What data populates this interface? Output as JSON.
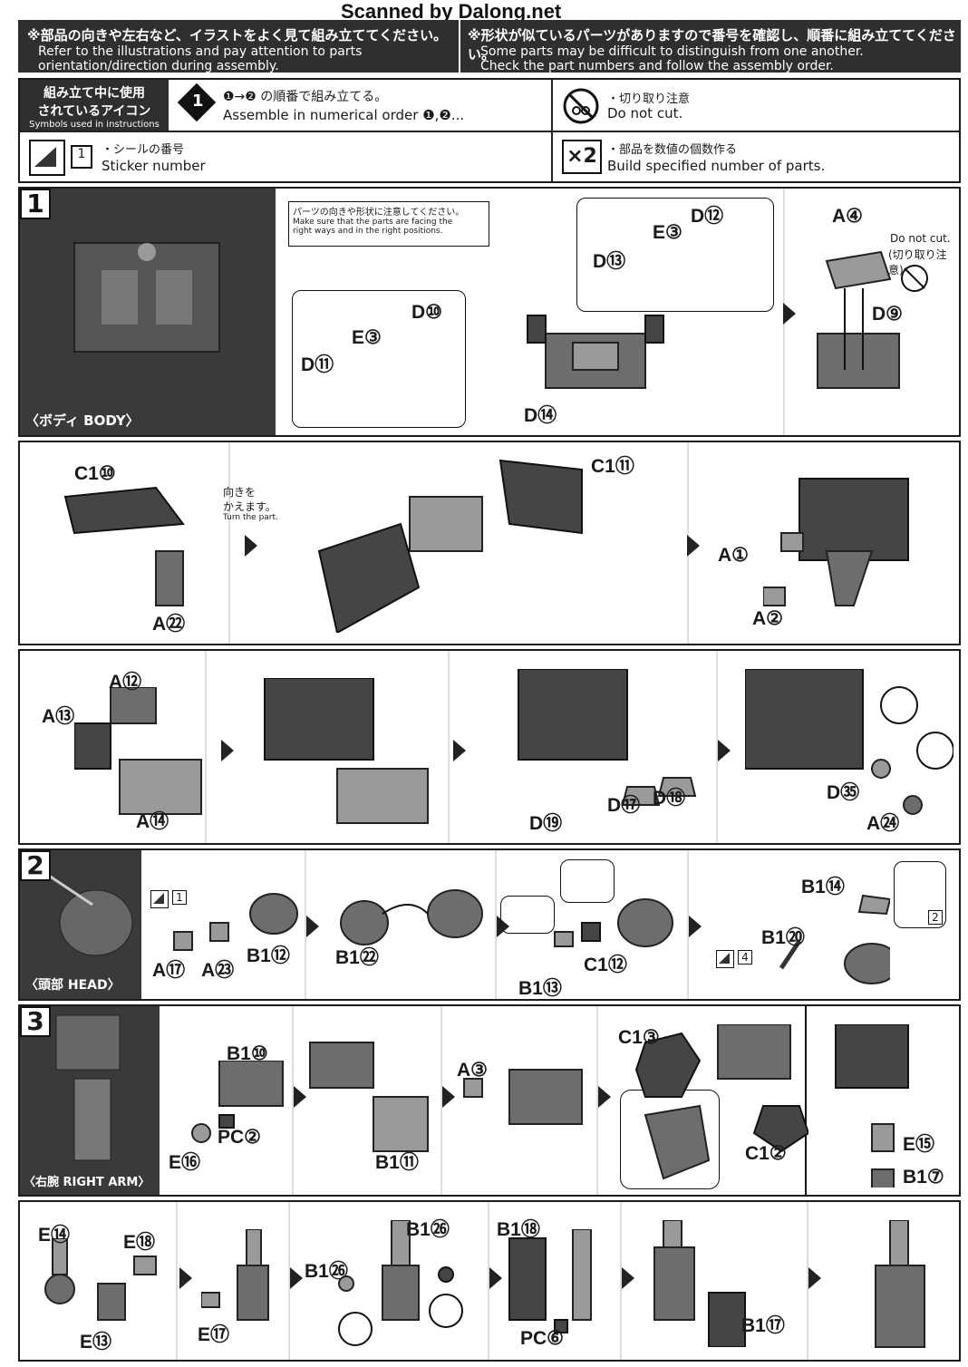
{
  "watermark": "Scanned by Dalong.net",
  "header": {
    "left_jp": "※部品の向きや左右など、イラストをよく見て組み立ててください。",
    "left_en1": "Refer to the illustrations and pay attention to parts",
    "left_en2": "orientation/direction during assembly.",
    "right_jp": "※形状が似ているパーツがありますので番号を確認し、順番に組み立ててください。",
    "right_en1": "Some parts may be difficult to distinguish from one another.",
    "right_en2": "Check the part numbers and follow the assembly order."
  },
  "symbols": {
    "title_jp1": "組み立て中に使用",
    "title_jp2": "されているアイコン",
    "title_en": "Symbols used in instructions",
    "order_jp": "❶→❷ の順番で組み立てる。",
    "order_en": "Assemble in numerical order ❶,❷...",
    "cut_jp": "・切り取り注意",
    "cut_en": "Do not cut.",
    "sticker_num": "1",
    "sticker_jp": "・シールの番号",
    "sticker_en": "Sticker number",
    "x2_label": "×2",
    "x2_jp": "・部品を数値の個数作る",
    "x2_en": "Build specified number of parts."
  },
  "step1": {
    "num": "1",
    "section_label": "〈ボディ BODY〉",
    "notice_jp": "パーツの向きや形状に注意してください。",
    "notice_en1": "Make sure that the parts are facing the",
    "notice_en2": "right ways and in the right positions.",
    "parts": [
      "D⑩",
      "E③",
      "D⑪",
      "D⑫",
      "E③",
      "D⑬",
      "D⑭",
      "A④",
      "D⑨"
    ],
    "do_not_cut": "Do not cut.",
    "do_not_cut_jp": "(切り取り注意)"
  },
  "step1b": {
    "parts": [
      "C1⑩",
      "A㉒",
      "C1⑪",
      "A①",
      "A②"
    ],
    "turn_jp1": "向きを",
    "turn_jp2": "かえます。",
    "turn_en": "Turn the part."
  },
  "step1c": {
    "parts": [
      "A⑫",
      "A⑬",
      "A⑭",
      "D⑰",
      "D⑱",
      "D⑲",
      "D㉟",
      "A㉔"
    ]
  },
  "step2": {
    "num": "2",
    "section_label": "〈頭部 HEAD〉",
    "parts": [
      "A⑰",
      "A㉓",
      "B1⑫",
      "B1㉒",
      "B1⑬",
      "C1⑫",
      "B1⑭",
      "B1⑳"
    ],
    "stickers": [
      "1",
      "2",
      "4"
    ]
  },
  "step3": {
    "num": "3",
    "section_label": "〈右腕 RIGHT ARM〉",
    "parts": [
      "B1⑩",
      "E⑯",
      "PC②",
      "B1⑪",
      "A③",
      "C1③",
      "C1②",
      "E⑮",
      "B1⑦"
    ]
  },
  "step3b": {
    "parts": [
      "E⑭",
      "E⑱",
      "E⑬",
      "E⑰",
      "B1㉖",
      "B1㉖",
      "B1⑱",
      "PC⑥",
      "B1⑰"
    ]
  }
}
